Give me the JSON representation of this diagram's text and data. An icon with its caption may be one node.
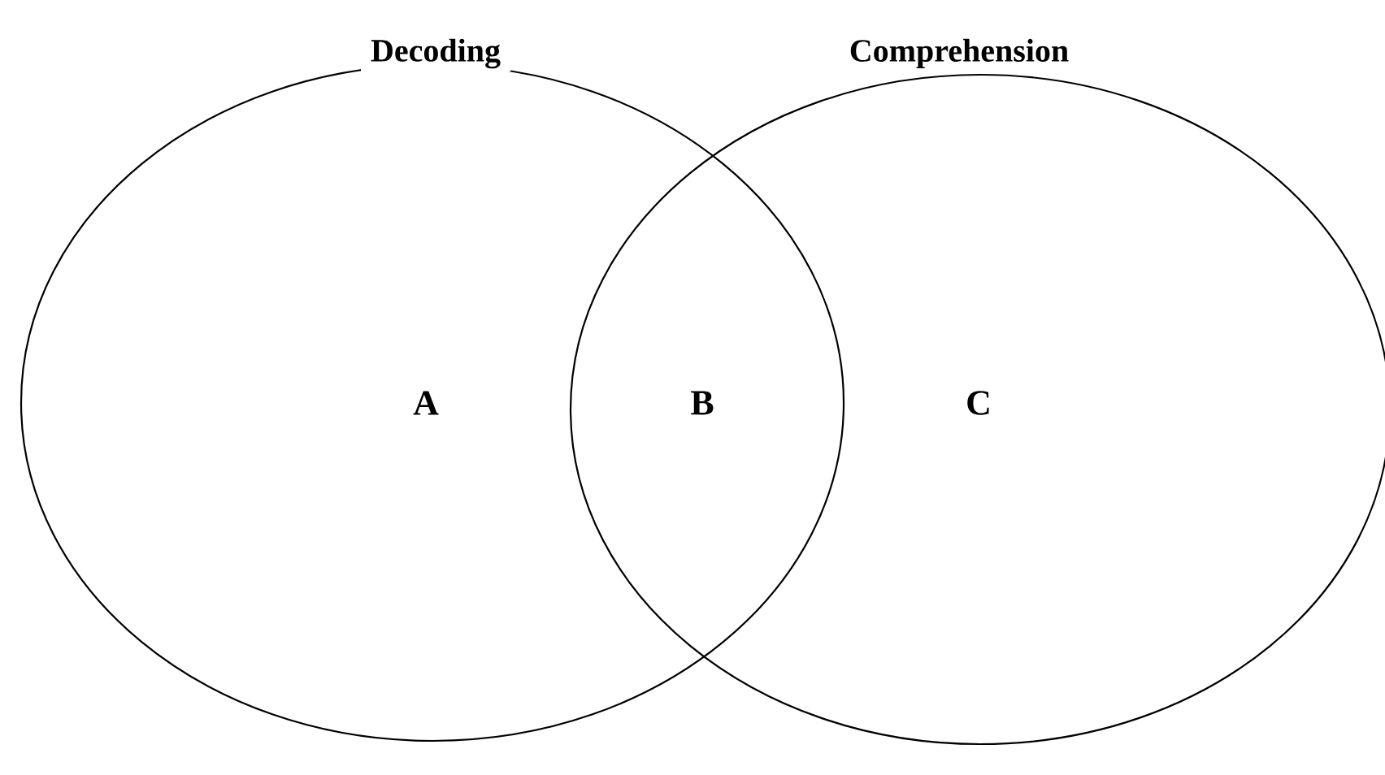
{
  "diagram": {
    "nodes": [
      {
        "text": [
          "Decoding"
        ]
      },
      {
        "text": [
          "Comprehension"
        ]
      }
    ],
    "labels": [
      "A",
      "B",
      "C"
    ]
  }
}
